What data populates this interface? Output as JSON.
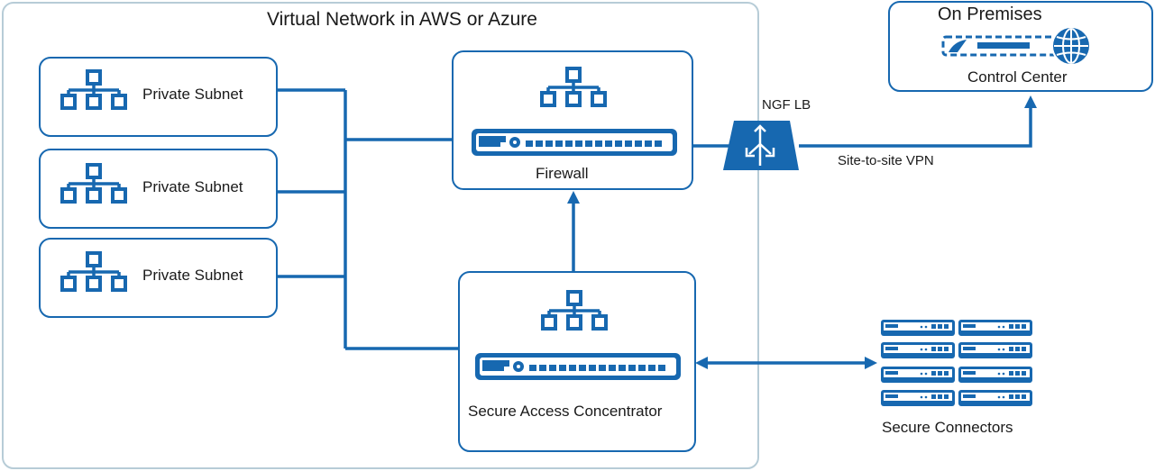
{
  "vnet": {
    "title": "Virtual Network in AWS or Azure"
  },
  "subnets": [
    {
      "label": "Private Subnet"
    },
    {
      "label": "Private Subnet"
    },
    {
      "label": "Private Subnet"
    }
  ],
  "firewall": {
    "label": "Firewall"
  },
  "sac": {
    "label": "Secure Access Concentrator"
  },
  "load_balancer": {
    "label": "NGF LB"
  },
  "vpn": {
    "label": "Site-to-site VPN"
  },
  "on_premises": {
    "title": "On Premises",
    "control_center": "Control Center"
  },
  "secure_connectors": {
    "label": "Secure Connectors"
  },
  "colors": {
    "primary": "#1768b0",
    "container_border": "#b7ccd7",
    "text": "#1a1a1a"
  }
}
